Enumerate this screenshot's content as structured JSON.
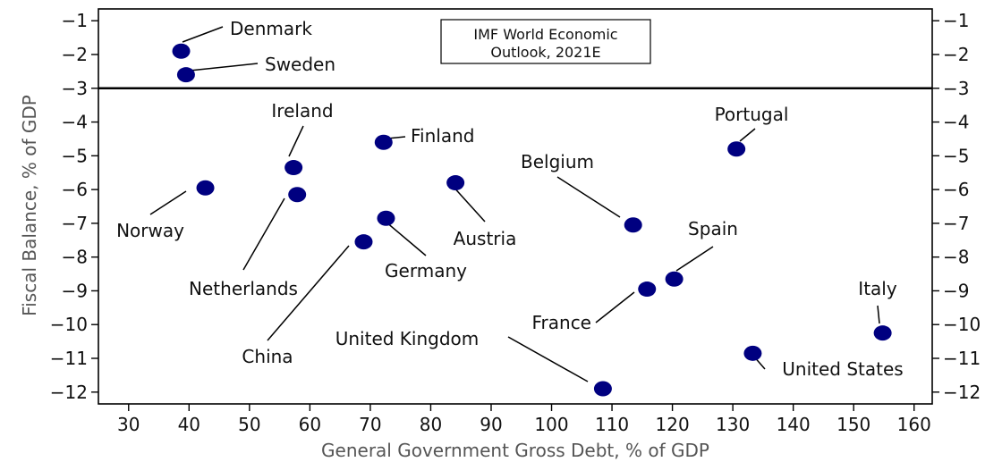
{
  "chart_data": {
    "type": "scatter",
    "title": "",
    "xlabel": "General Government Gross Debt, % of GDP",
    "ylabel": "Fiscal Balance, % of GDP",
    "xlim": [
      25,
      163
    ],
    "ylim": [
      -12.35,
      -0.65
    ],
    "xticks": [
      30,
      40,
      50,
      60,
      70,
      80,
      90,
      100,
      110,
      120,
      130,
      140,
      150,
      160
    ],
    "yticks": [
      -1,
      -2,
      -3,
      -4,
      -5,
      -6,
      -7,
      -8,
      -9,
      -10,
      -11,
      -12
    ],
    "reference_line": {
      "y": -3
    },
    "annotation": {
      "line1": "IMF World Economic",
      "line2": "Outlook, 2021E"
    },
    "grid": false,
    "marker_color": "#000080",
    "points": [
      {
        "label": "Denmark",
        "x": 38.7,
        "y": -1.9
      },
      {
        "label": "Sweden",
        "x": 39.5,
        "y": -2.6
      },
      {
        "label": "Ireland",
        "x": 57.3,
        "y": -5.35
      },
      {
        "label": "Finland",
        "x": 72.2,
        "y": -4.6
      },
      {
        "label": "Portugal",
        "x": 130.6,
        "y": -4.8
      },
      {
        "label": "Norway",
        "x": 42.7,
        "y": -5.95
      },
      {
        "label": "Netherlands",
        "x": 57.9,
        "y": -6.15
      },
      {
        "label": "Austria",
        "x": 84.1,
        "y": -5.8
      },
      {
        "label": "Belgium",
        "x": 113.5,
        "y": -7.05
      },
      {
        "label": "Germany",
        "x": 72.6,
        "y": -6.85
      },
      {
        "label": "China",
        "x": 68.9,
        "y": -7.55
      },
      {
        "label": "Spain",
        "x": 120.3,
        "y": -8.65
      },
      {
        "label": "France",
        "x": 115.8,
        "y": -8.95
      },
      {
        "label": "Italy",
        "x": 154.8,
        "y": -10.25
      },
      {
        "label": "United Kingdom",
        "x": 108.5,
        "y": -11.9
      },
      {
        "label": "United States",
        "x": 133.3,
        "y": -10.85
      }
    ]
  }
}
